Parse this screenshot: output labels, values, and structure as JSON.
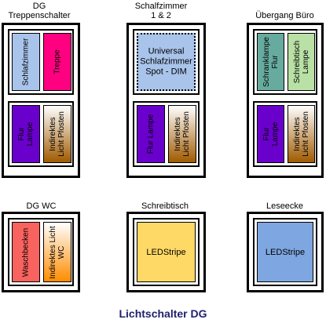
{
  "colors": {
    "blue_light": "#a9c4eb",
    "pink": "#ff0080",
    "purple": "#6a00cc",
    "brown_gradient": [
      "#ffffff",
      "#a05a00"
    ],
    "green": "#67ab9f",
    "green_light": "#b9e0a5",
    "red": "#f8625f",
    "orange_gradient": [
      "#ffffff",
      "#ff8c00"
    ],
    "yellow": "#ffd966",
    "blue": "#7ea6e0",
    "title": "#1f1f6e"
  },
  "panels": {
    "treppe": {
      "title_line1": "DG",
      "title_line2": "Treppenschalter",
      "top_left": "Schlafzimmer",
      "top_right": "Treppe",
      "bottom_left_line1": "Flur",
      "bottom_left_line2": "Lampe",
      "bottom_right_line1": "Indirektes",
      "bottom_right_line2": "Licht Pfosten"
    },
    "schlafzimmer": {
      "title_line1": "Schalfzimmer",
      "title_line2": "1 & 2",
      "top_line1": "Universal",
      "top_line2": "Schlafzimmer",
      "top_line3": "Spot - DIM",
      "bottom_left": "Flur Lampe",
      "bottom_right_line1": "Indirektes",
      "bottom_right_line2": "Licht Pfosten"
    },
    "buero": {
      "title": "Übergang Büro",
      "top_left_line1": "Schranklampe",
      "top_left_line2": "Flur",
      "top_right_line1": "Schreibtisch",
      "top_right_line2": "Lampe",
      "bottom_left_line1": "Flur",
      "bottom_left_line2": "Lampe",
      "bottom_right_line1": "Indirektes",
      "bottom_right_line2": "Licht Pfosten"
    },
    "wc": {
      "title": "DG WC",
      "left": "Waschbecken",
      "right_line1": "Indirektes Licht",
      "right_line2": "WC"
    },
    "schreibtisch": {
      "title": "Schreibtisch",
      "button": "LEDStripe"
    },
    "leseecke": {
      "title": "Leseecke",
      "button": "LEDStripe"
    }
  },
  "main_title": "Lichtschalter DG"
}
